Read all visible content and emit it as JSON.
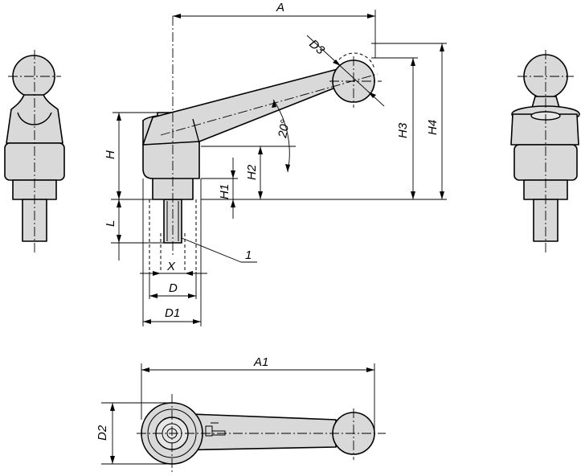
{
  "dimensions": {
    "A": "A",
    "A1": "A1",
    "D": "D",
    "D1": "D1",
    "D2": "D2",
    "D3": "D3",
    "H": "H",
    "H1": "H1",
    "H2": "H2",
    "H3": "H3",
    "H4": "H4",
    "L": "L",
    "X": "X",
    "angle": "20°",
    "callout": "1"
  }
}
